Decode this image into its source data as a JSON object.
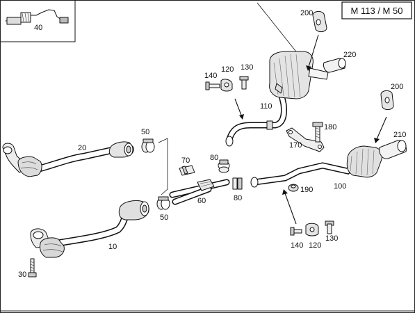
{
  "title": "M 113 / M 50",
  "callouts": {
    "p10": "10",
    "p20": "20",
    "p30": "30",
    "p40": "40",
    "p50a": "50",
    "p50b": "50",
    "p60": "60",
    "p70": "70",
    "p80a": "80",
    "p80b": "80",
    "p100": "100",
    "p110": "110",
    "p120a": "120",
    "p120b": "120",
    "p130a": "130",
    "p130b": "130",
    "p140a": "140",
    "p140b": "140",
    "p170": "170",
    "p180": "180",
    "p190": "190",
    "p200a": "200",
    "p200b": "200",
    "p210": "210",
    "p220": "220"
  }
}
